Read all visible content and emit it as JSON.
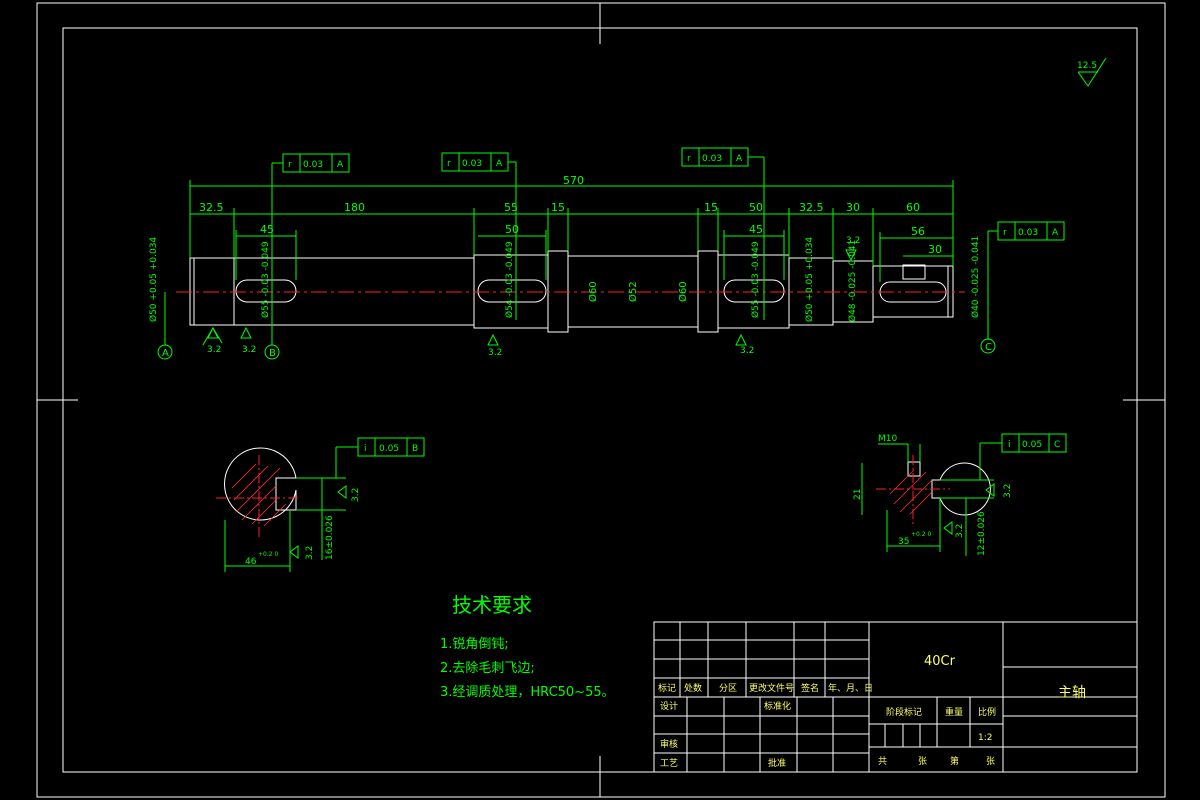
{
  "colors": {
    "background": "#000000",
    "frame": "#ffffff",
    "dimension": "#00ff00",
    "centerline": "#ff2020",
    "hatch": "#ff3030",
    "title_text": "#ffff66"
  },
  "roughness_default": "12.5",
  "dimensions": {
    "overall": "570",
    "d325a": "32.5",
    "d180": "180",
    "d55": "55",
    "d15a": "15",
    "d15b": "15",
    "d50a": "50",
    "d325b": "32.5",
    "d30a": "30",
    "d60": "60",
    "d45a": "45",
    "d50b": "50",
    "d45b": "45",
    "d56": "56",
    "d30b": "30"
  },
  "diameters": {
    "dia50_left": "Ø50 +0.05 +0.034",
    "dia55_left": "Ø55 -0.03 -0.049",
    "dia54": "Ø54 -0.03 -0.049",
    "dia60a": "Ø60",
    "dia52": "Ø52",
    "dia60b": "Ø60",
    "dia55_right": "Ø55 -0.03 -0.049",
    "dia50_right": "Ø50 +0.05 +0.034",
    "dia48": "Ø48 -0.025 -0.041",
    "dia40": "Ø40 -0.025 -0.041"
  },
  "tolerance_frames": {
    "t1": {
      "symbol": "r",
      "value": "0.03",
      "datum": "A"
    },
    "t2": {
      "symbol": "r",
      "value": "0.03",
      "datum": "A"
    },
    "t3": {
      "symbol": "r",
      "value": "0.03",
      "datum": "A"
    },
    "t4": {
      "symbol": "r",
      "value": "0.03",
      "datum": "A"
    },
    "t5": {
      "symbol": "i",
      "value": "0.05",
      "datum": "B"
    },
    "t6": {
      "symbol": "i",
      "value": "0.05",
      "datum": "C"
    }
  },
  "datums": {
    "a": "A",
    "b": "B",
    "c": "C"
  },
  "roughness_marks": {
    "r1": "3.2",
    "r2": "3.2",
    "r3": "3.2",
    "r4": "3.2",
    "r5": "3.2"
  },
  "sections": {
    "left": {
      "depth": "46",
      "depth_tol": "+0.2 0",
      "width": "16±0.026",
      "ra1": "3.2",
      "ra2": "3.2"
    },
    "right": {
      "thread": "M10",
      "height": "21",
      "depth": "35",
      "depth_tol": "+0.2 0",
      "width": "12±0.026",
      "ra1": "3.2",
      "ra2": "3.2"
    }
  },
  "requirements": {
    "title": "技术要求",
    "items": [
      "1.锐角倒钝;",
      "2.去除毛刺飞边;",
      "3.经调质处理，HRC50~55。"
    ]
  },
  "title_block": {
    "material": "40Cr",
    "part_name": "主轴",
    "h_mark": "标记",
    "h_count": "处数",
    "h_zone": "分区",
    "h_docno": "更改文件号",
    "h_sign": "签名",
    "h_date": "年、月、日",
    "r_design": "设计",
    "r_standard": "标准化",
    "r_check": "审核",
    "r_process": "工艺",
    "r_approve": "批准",
    "stage_mark": "阶段标记",
    "weight": "重量",
    "scale": "比例",
    "scale_value": "1:2",
    "total": "共",
    "sheets": "张",
    "sheet_no": "第",
    "sheet_unit": "张"
  }
}
